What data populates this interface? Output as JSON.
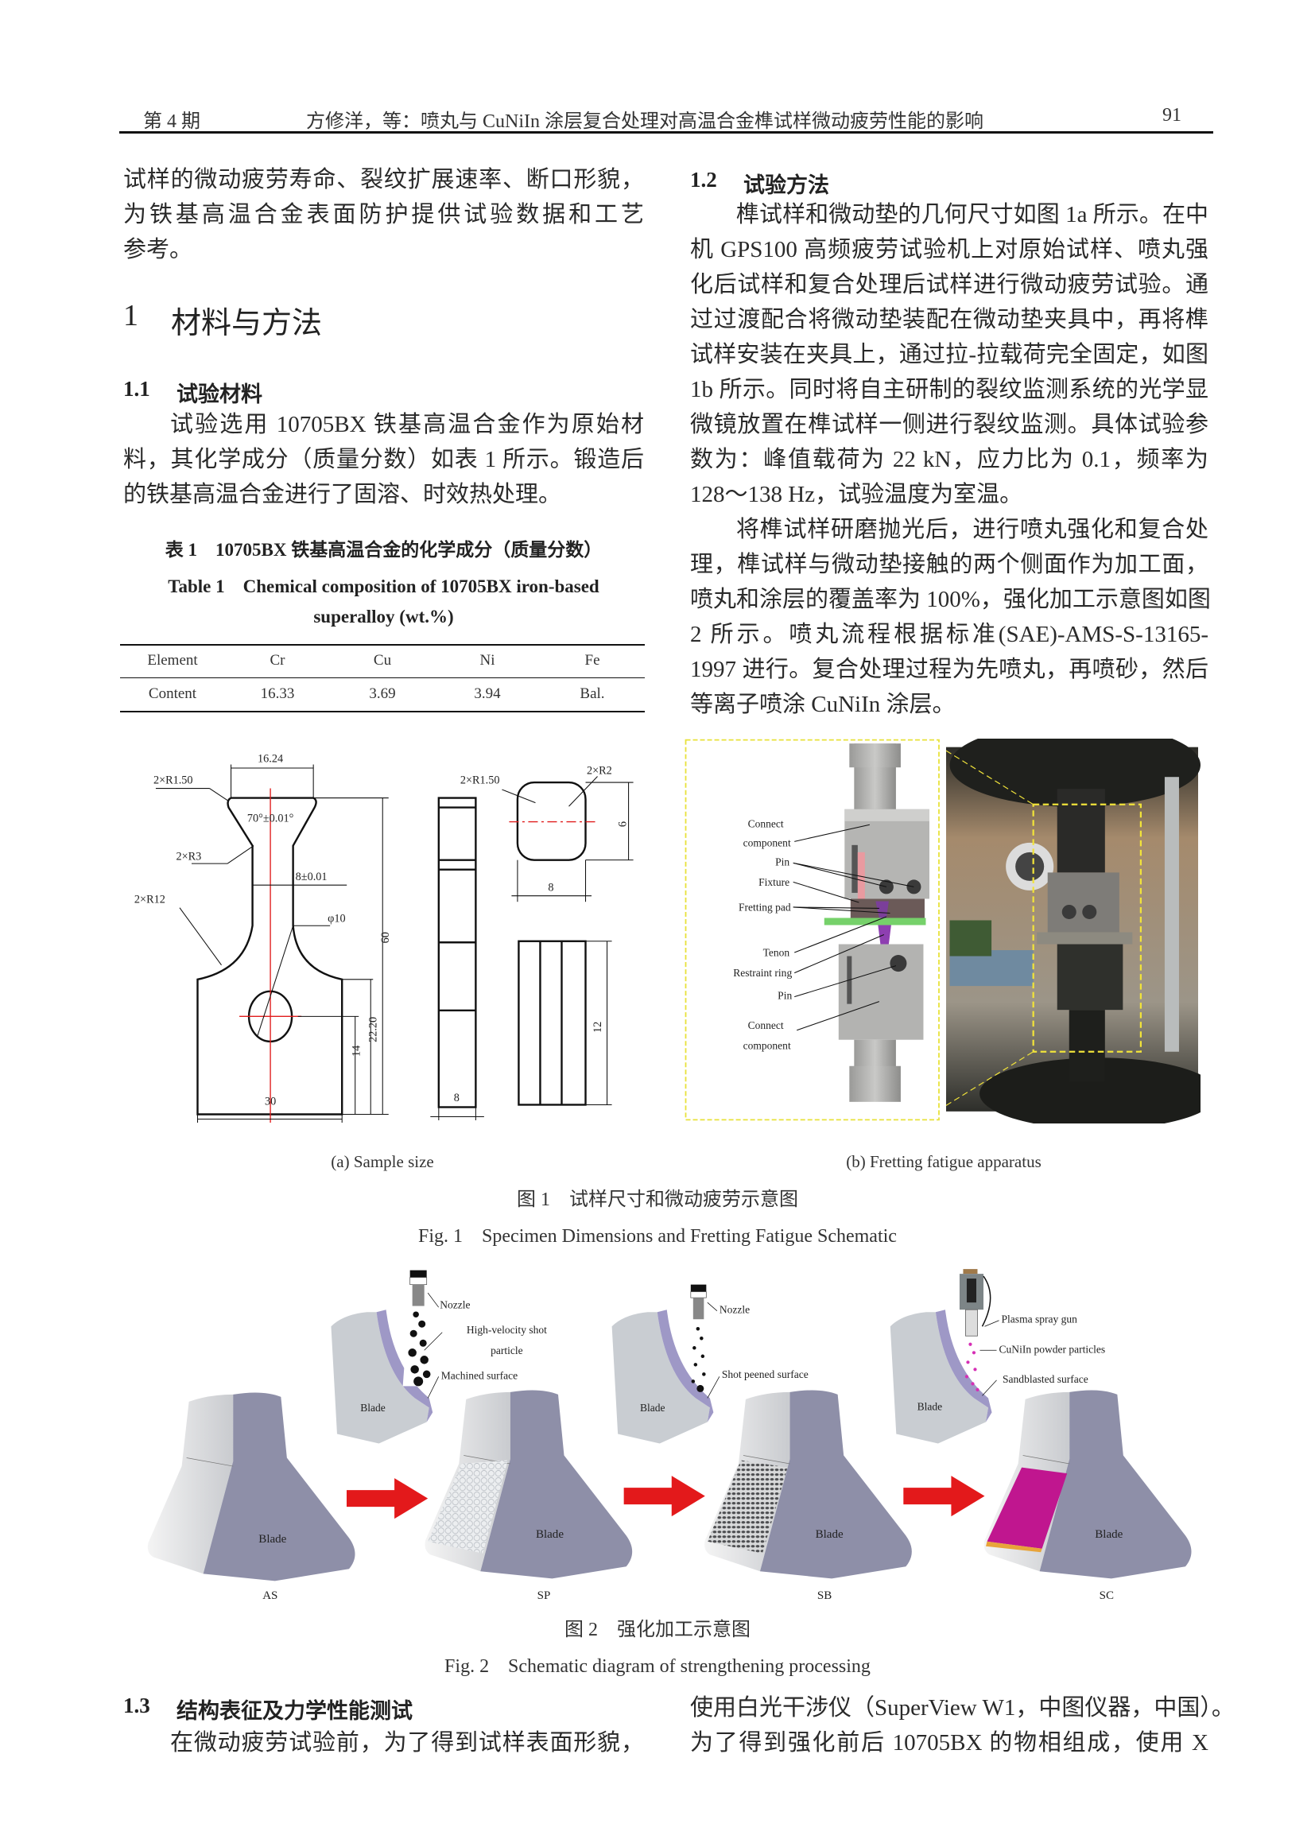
{
  "header": {
    "issue": "第 4 期",
    "running_title": "方修洋，等：喷丸与 CuNiIn 涂层复合处理对高温合金榫试样微动疲劳性能的影响",
    "page_number": "91"
  },
  "left_col": {
    "intro_lines": [
      "试样的微动疲劳寿命、裂纹扩展速率、断口形貌，",
      "为铁基高温合金表面防护提供试验数据和工艺",
      "参考。"
    ],
    "section1": {
      "number": "1",
      "title": "材料与方法"
    },
    "section1_1": {
      "number": "1.1",
      "title": "试验材料"
    },
    "para_lines": [
      "试验选用 10705BX 铁基高温合金作为原始材",
      "料，其化学成分（质量分数）如表 1 所示。锻造后",
      "的铁基高温合金进行了固溶、时效热处理。"
    ]
  },
  "table1": {
    "caption_cn": "表 1　10705BX 铁基高温合金的化学成分（质量分数）",
    "caption_en_1": "Table 1　Chemical composition of 10705BX iron-based",
    "caption_en_2": "superalloy (wt.%)",
    "headers": [
      "Element",
      "Cr",
      "Cu",
      "Ni",
      "Fe"
    ],
    "row": [
      "Content",
      "16.33",
      "3.69",
      "3.94",
      "Bal."
    ]
  },
  "right_col": {
    "section1_2": {
      "number": "1.2",
      "title": "试验方法"
    },
    "lines": [
      "榫试样和微动垫的几何尺寸如图 1a 所示。在中",
      "机 GPS100 高频疲劳试验机上对原始试样、喷丸强",
      "化后试样和复合处理后试样进行微动疲劳试验。通",
      "过过渡配合将微动垫装配在微动垫夹具中，再将榫",
      "试样安装在夹具上，通过拉-拉载荷完全固定，如图",
      "1b 所示。同时将自主研制的裂纹监测系统的光学显",
      "微镜放置在榫试样一侧进行裂纹监测。具体试验参",
      "数为：峰值载荷为 22 kN，应力比为 0.1，频率为",
      "128～138 Hz，试验温度为室温。",
      "将榫试样研磨抛光后，进行喷丸强化和复合处",
      "理，榫试样与微动垫接触的两个侧面作为加工面，",
      "喷丸和涂层的覆盖率为 100%，强化加工示意图如图",
      "2 所示。喷丸流程根据标准(SAE)-AMS-S-13165-",
      "1997 进行。复合处理过程为先喷丸，再喷砂，然后",
      "等离子喷涂 CuNiIn 涂层。"
    ]
  },
  "figure1": {
    "a_labels": {
      "d1624": "16.24",
      "r150": "2×R1.50",
      "angle": "70°±0.01°",
      "r3": "2×R3",
      "w8": "8±0.01",
      "r12": "2×R12",
      "phi10": "φ10",
      "h60": "60",
      "h2220": "22.20",
      "h14": "14",
      "w30": "30",
      "side8": "8",
      "r150b": "2×R1.50",
      "r2": "2×R2",
      "h6": "6",
      "w8b": "8",
      "h12": "12"
    },
    "b_labels": [
      "Connect",
      "component",
      "Pin",
      "Fixture",
      "Fretting pad",
      "Tenon",
      "Restraint ring",
      "Pin",
      "Connect",
      "component"
    ],
    "sub_a": "(a) Sample size",
    "sub_b": "(b) Fretting fatigue apparatus",
    "caption_cn": "图 1　试样尺寸和微动疲劳示意图",
    "caption_en": "Fig. 1　Specimen Dimensions and Fretting Fatigue Schematic"
  },
  "figure2": {
    "labels": {
      "nozzle1": "Nozzle",
      "hv1": "High-velocity shot",
      "hv2": "particle",
      "machined": "Machined surface",
      "nozzle2": "Nozzle",
      "shot_peened": "Shot peened surface",
      "plasma": "Plasma spray gun",
      "powder": "CuNiIn powder particles",
      "sandblasted": "Sandblasted surface",
      "blade": "Blade"
    },
    "stages": [
      "AS",
      "SP",
      "SB",
      "SC"
    ],
    "caption_cn": "图 2　强化加工示意图",
    "caption_en": "Fig. 2　Schematic diagram of strengthening processing",
    "colors": {
      "blade_face": "#8e8fa8",
      "arrow": "#e3191b",
      "coating": "#c0168f",
      "bond": "#e8a43a"
    }
  },
  "section1_3": {
    "number": "1.3",
    "title": "结构表征及力学性能测试",
    "left_line": "在微动疲劳试验前，为了得到试样表面形貌，",
    "right_lines": [
      "使用白光干涉仪（SuperView W1，中图仪器，中国）。",
      "为了得到强化前后 10705BX 的物相组成，使用 X"
    ]
  }
}
